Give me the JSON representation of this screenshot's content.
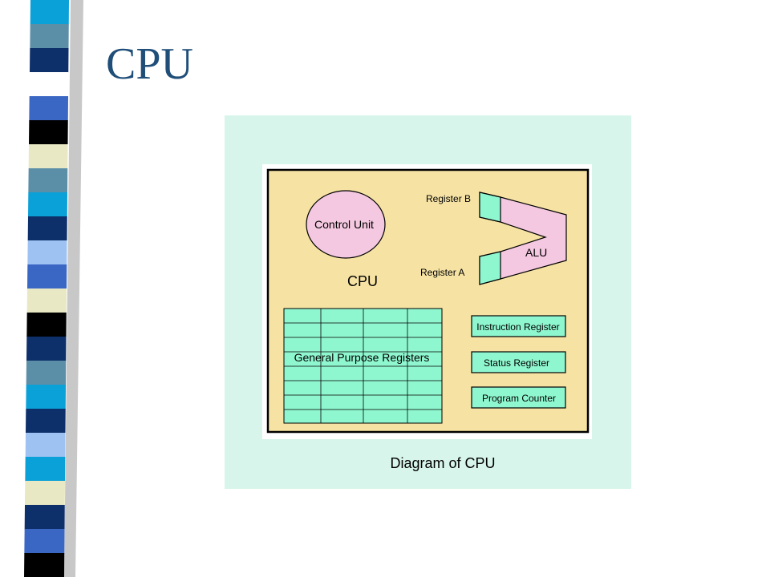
{
  "slide": {
    "title": "CPU"
  },
  "strip": {
    "colors": [
      "#0aa0d8",
      "#5b8fa8",
      "#0d2f6a",
      "#ffffff",
      "#3a66c4",
      "#000000",
      "#e8e8c4",
      "#5b8fa8",
      "#0aa0d8",
      "#0d2f6a",
      "#9ec2f2",
      "#3a66c4",
      "#e8e8c4",
      "#000000",
      "#0d2f6a",
      "#5b8fa8",
      "#0aa0d8",
      "#0d2f6a",
      "#9ec2f2",
      "#0aa0d8",
      "#e8e8c4",
      "#0d2f6a",
      "#3a66c4",
      "#000000"
    ],
    "stripe_count": 24
  },
  "diagram": {
    "colors": {
      "outer_bg": "#d7f5ea",
      "cpu_bg": "#f6e3a4",
      "control_unit_fill": "#f4c8e0",
      "alu_fill": "#f4c8e0",
      "register_fill": "#8ff7d0",
      "outline": "#000000"
    },
    "control_unit": "Control Unit",
    "cpu_label": "CPU",
    "register_b": "Register B",
    "register_a": "Register A",
    "alu": "ALU",
    "general_registers": "General Purpose Registers",
    "instruction_register": "Instruction Register",
    "status_register": "Status Register",
    "program_counter": "Program Counter",
    "caption": "Diagram of CPU"
  }
}
